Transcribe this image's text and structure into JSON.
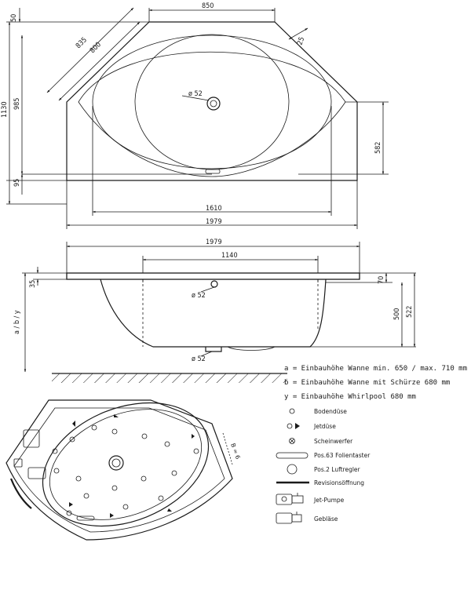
{
  "top_view": {
    "dim_850": "850",
    "dim_50": "50",
    "dim_835": "835",
    "dim_800": "800",
    "dim_25": "25",
    "dim_1130": "1130",
    "dim_985": "985",
    "dim_95": "95",
    "dim_582": "582",
    "dim_1610": "1610",
    "dim_1979": "1979",
    "drain_label": "ø 52"
  },
  "side_view": {
    "dim_1979": "1979",
    "dim_1140": "1140",
    "dim_35": "35",
    "dim_70": "70",
    "dim_500": "500",
    "dim_522": "522",
    "height_label": "a / b / y",
    "drain_label_upper": "ø 52",
    "drain_label_lower": "ø 52"
  },
  "height_notes": [
    "a = Einbauhöhe Wanne min. 650 / max. 710 mm",
    "b = Einbauhöhe Wanne mit Schürze 680 mm",
    "y = Einbauhöhe Whirlpool 680 mm"
  ],
  "whirlpool_view": {
    "side_dim": "B = 6"
  },
  "legend": [
    {
      "icon": "bodenduese-icon",
      "label": "Bodendüse"
    },
    {
      "icon": "jetduese-icon",
      "label": "Jetdüse"
    },
    {
      "icon": "scheinwerfer-icon",
      "label": "Scheinwerfer"
    },
    {
      "icon": "folientaster-icon",
      "label": "Pos.63 Folientaster"
    },
    {
      "icon": "luftregler-icon",
      "label": "Pos.2 Luftregler"
    },
    {
      "icon": "revisionsoeffnung-icon",
      "label": "Revisionsöffnung"
    },
    {
      "icon": "jet-pumpe-icon",
      "label": "Jet-Pumpe"
    },
    {
      "icon": "geblaese-icon",
      "label": "Gebläse"
    }
  ]
}
